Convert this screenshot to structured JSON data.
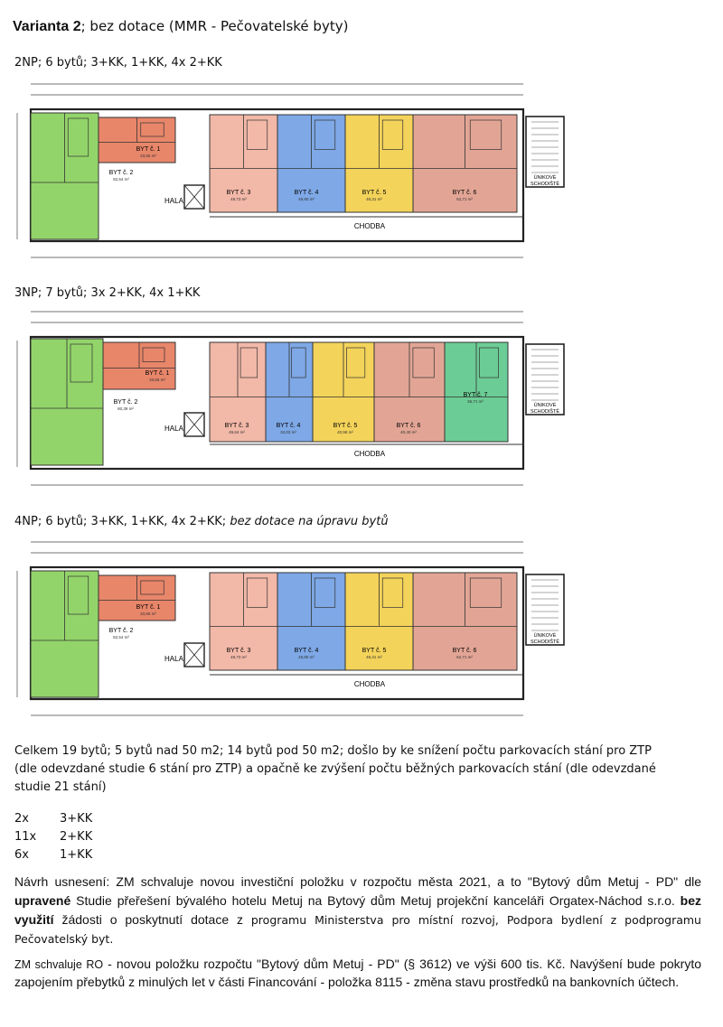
{
  "heading": {
    "variant": "Varianta 2",
    "rest": "; bez dotace (MMR - Pečovatelské byty)"
  },
  "floors": [
    {
      "label": "2NP; 6 bytů; 3+KK, 1+KK, 4x 2+KK",
      "label_note": "",
      "hall": "HALA",
      "corridor": "CHODBA",
      "stairs": [
        "ÚNIKOVÉ",
        "SCHODIŠTĚ"
      ],
      "units": [
        {
          "name": "BYT č. 1",
          "area": "33,65 m²",
          "color": "#e8866a"
        },
        {
          "name": "BYT č. 2",
          "area": "82,54 m²",
          "color": "#93d46a"
        },
        {
          "name": "BYT č. 3",
          "area": "49,73 m²",
          "color": "#f2b8a8"
        },
        {
          "name": "BYT č. 4",
          "area": "49,80 m²",
          "color": "#7ea8e6"
        },
        {
          "name": "BYT č. 5",
          "area": "48,31 m²",
          "color": "#f3d35a"
        },
        {
          "name": "BYT č. 6",
          "area": "62,71 m²",
          "color": "#e2a595"
        }
      ]
    },
    {
      "label": "3NP; 7 bytů; 3x 2+KK, 4x 1+KK",
      "label_note": "",
      "hall": "HALA",
      "corridor": "CHODBA",
      "stairs": [
        "ÚNIKOVÉ",
        "SCHODIŠTĚ"
      ],
      "units": [
        {
          "name": "BYT č. 1",
          "area": "33,65 m²",
          "color": "#e8866a"
        },
        {
          "name": "BYT č. 2",
          "area": "80,39 m²",
          "color": "#93d46a"
        },
        {
          "name": "BYT č. 3",
          "area": "49,64 m²",
          "color": "#f2b8a8"
        },
        {
          "name": "BYT č. 4",
          "area": "34,03 m²",
          "color": "#7ea8e6"
        },
        {
          "name": "BYT č. 5",
          "area": "40,58 m²",
          "color": "#f3d35a"
        },
        {
          "name": "BYT č. 6",
          "area": "40,40 m²",
          "color": "#e2a595"
        },
        {
          "name": "BYT č. 7",
          "area": "36,71 m²",
          "color": "#6ccc95"
        }
      ]
    },
    {
      "label": "4NP; 6 bytů; 3+KK, 1+KK, 4x 2+KK; ",
      "label_note": "bez dotace na úpravu bytů",
      "hall": "HALA",
      "corridor": "CHODBA",
      "stairs": [
        "ÚNIKOVÉ",
        "SCHODIŠTĚ"
      ],
      "units": [
        {
          "name": "BYT č. 1",
          "area": "33,65 m²",
          "color": "#e8866a"
        },
        {
          "name": "BYT č. 2",
          "area": "82,54 m²",
          "color": "#93d46a"
        },
        {
          "name": "BYT č. 3",
          "area": "49,73 m²",
          "color": "#f2b8a8"
        },
        {
          "name": "BYT č. 4",
          "area": "49,80 m²",
          "color": "#7ea8e6"
        },
        {
          "name": "BYT č. 5",
          "area": "48,31 m²",
          "color": "#f3d35a"
        },
        {
          "name": "BYT č. 6",
          "area": "62,71 m²",
          "color": "#e2a595"
        }
      ]
    }
  ],
  "summary": "Celkem 19 bytů; 5 bytů nad 50 m2; 14 bytů pod 50 m2; došlo by ke snížení počtu parkovacích stání pro ZTP (dle odevzdané studie 6 stání pro ZTP) a opačně ke zvýšení počtu běžných parkovacích stání (dle odevzdané studie 21 stání)",
  "unit_counts": [
    {
      "count": "2x",
      "type": "3+KK"
    },
    {
      "count": "11x",
      "type": "2+KK"
    },
    {
      "count": "6x",
      "type": "1+KK"
    }
  ],
  "motion": {
    "part1": "Návrh usnesení: ZM schvaluje novou investiční položku v rozpočtu města 2021, a to \"Bytový dům Metuj - PD\" dle ",
    "bold1": "upravené",
    "part2": " Studie přeřešení bývalého hotelu Metuj na Bytový dům Metuj projekční kanceláři Orgatex-Náchod s.r.o. ",
    "bold2": "bez využití",
    "part3": " žádosti o poskytnutí dotace z ",
    "part4": "programu Ministerstva pro místní rozvoj, Podpora bydlení z podprogramu Pečovatelský byt."
  },
  "ro": {
    "prefix": "ZM schvaluje RO",
    "text": " - novou položku rozpočtu \"Bytový dům Metuj - PD\" (§ 3612) ve výši 600 tis. Kč. Navýšení bude pokryto zapojením přebytků z minulých let v části Financování - položka 8115 - změna stavu prostředků na bankovních účtech."
  }
}
